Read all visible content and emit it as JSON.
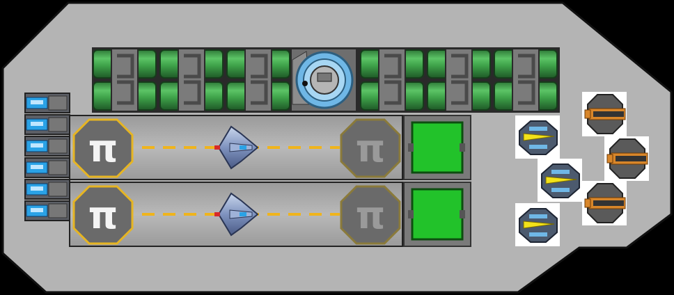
{
  "game": {
    "title": "",
    "hull_color": "#b4b4b4",
    "accent_colors": {
      "fuel_green": "#3fa34a",
      "pad_gold": "#e6b523",
      "pad_gray": "#8a7a3a",
      "shield_blue": "#6fb7e6",
      "screen_green": "#22c22a",
      "laser_yellow": "#f2e21a",
      "cannon_orange": "#d8862a",
      "thruster_blue": "#2aa2e6"
    },
    "hangar_bays": [
      {
        "pad_left_glyph": "π",
        "pad_right_glyph": "π",
        "ship": "fighter-ship"
      },
      {
        "pad_left_glyph": "π",
        "pad_right_glyph": "π",
        "ship": "fighter-ship"
      }
    ],
    "fuel_tank_groups": 6,
    "thrusters": 6,
    "laser_turrets": 3,
    "cannon_turrets": 3,
    "icons": [
      "fuel-tank-icon",
      "reactor-core-icon",
      "thruster-icon",
      "landing-pad-icon",
      "fighter-ship-icon",
      "hangar-door-icon",
      "laser-turret-icon",
      "cannon-turret-icon"
    ]
  }
}
